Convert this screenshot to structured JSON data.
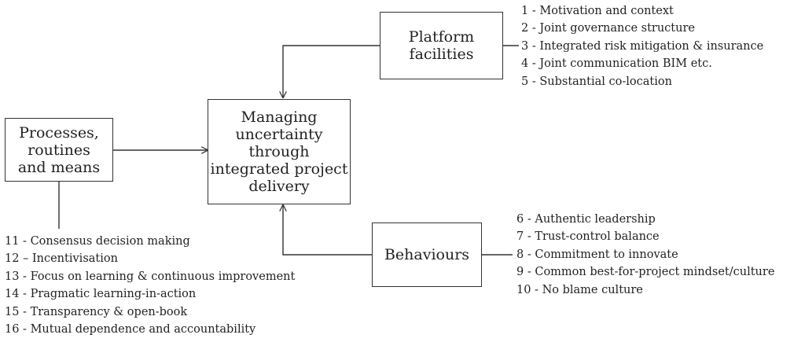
{
  "nodes": {
    "central": {
      "label": "Managing\nuncertainty\nthrough\nintegrated project\ndelivery"
    },
    "platform": {
      "label": "Platform\nfacilities"
    },
    "processes": {
      "label": "Processes,\nroutines\nand means"
    },
    "behaviours": {
      "label": "Behaviours"
    }
  },
  "lists": {
    "platform_items": [
      "1 - Motivation and context",
      "2 - Joint governance  structure",
      "3 - Integrated  risk mitigation  & insurance",
      "4 - Joint communication  BIM etc.",
      "5 - Substantial  co-location"
    ],
    "behaviour_items": [
      "6 - Authentic leadership",
      "7 - Trust-control  balance",
      "8 - Commitment  to innovate",
      "9 - Common best-for-project  mindset/culture",
      "10 - No blame culture"
    ],
    "process_items": [
      "11 - Consensus  decision  making",
      "12 – Incentivisation",
      "13 - Focus on learning  & continuous  improvement",
      "14 - Pragmatic  learning-in-action",
      "15 - Transparency  & open-book",
      "16 - Mutual  dependence  and accountability"
    ]
  }
}
